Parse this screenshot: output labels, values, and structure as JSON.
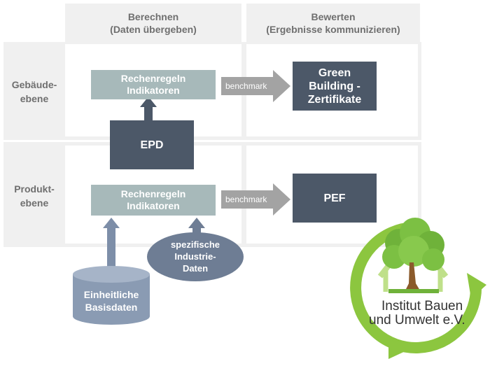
{
  "columns": {
    "left_header": "Berechnen\n(Daten übergeben)",
    "right_header": "Bewerten\n(Ergebnisse kommunizieren)"
  },
  "rows": {
    "top_label": "Gebäude-\nebene",
    "bottom_label": "Produkt-\nebene"
  },
  "boxes": {
    "rules_top": "Rechenregeln\nIndikatoren",
    "rules_bottom": "Rechenregeln\nIndikatoren",
    "epd": "EPD",
    "green_building": "Green\nBuilding -\nZertifikate",
    "pef": "PEF",
    "basisdaten": "Einheitliche\nBasisdaten",
    "industrie": "spezifische\nIndustrie-\nDaten"
  },
  "arrows": {
    "benchmark_top": "benchmark",
    "benchmark_bottom": "benchmark"
  },
  "logo": {
    "line1": "Institut Bauen",
    "line2": "und Umwelt e.V."
  },
  "colors": {
    "panel_bg": "#f0f0f0",
    "light_box": "#a7b9ba",
    "dark_box": "#4c5868",
    "arrow_gray": "#a3a3a3",
    "ellipse": "#6e7d94",
    "cylinder": "#8a9bb3",
    "logo_green": "#8cc63f"
  }
}
